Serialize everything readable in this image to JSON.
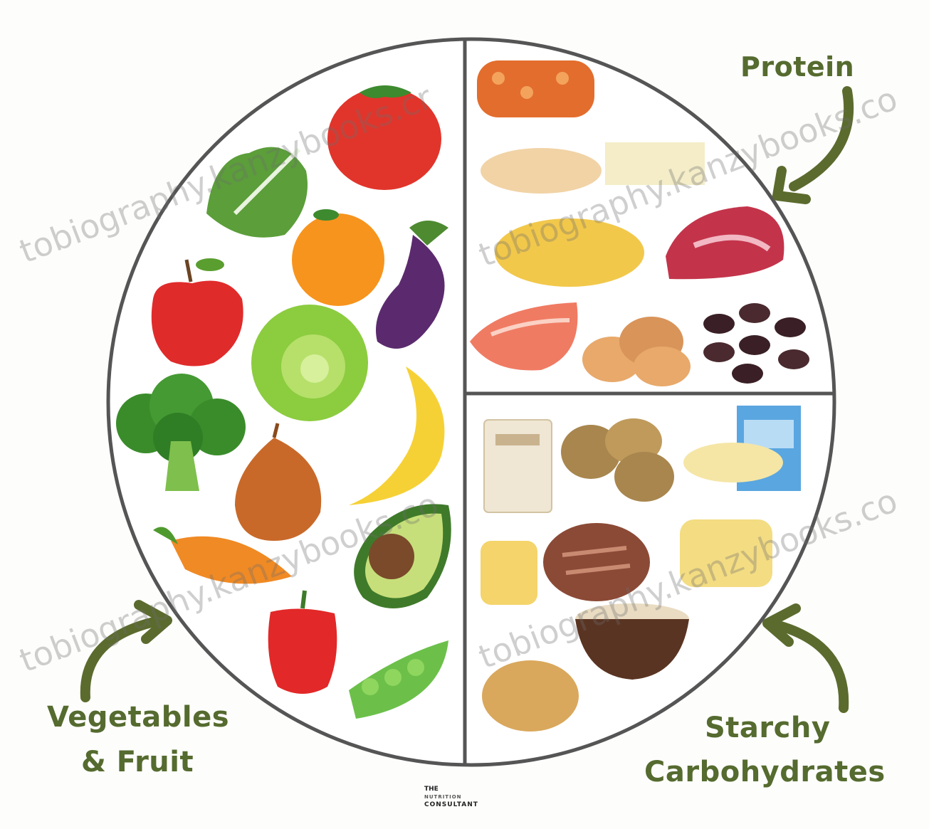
{
  "labels": {
    "protein": "Protein",
    "vegetables_line1": "Vegetables",
    "vegetables_line2": "& Fruit",
    "starchy_line1": "Starchy",
    "starchy_line2": "Carbohydrates"
  },
  "logo": {
    "line1": "THE",
    "line2": "NUTRITION",
    "line3": "CONSULTANT"
  },
  "watermarks": [
    "tobiography.kanzybooks.cr",
    "tobiography.kanzybooks.co",
    "tobiography.kanzybooks.co",
    "tobiography.kanzybooks.co"
  ],
  "colors": {
    "plate_outline": "#555555",
    "label_green": "#556b2f",
    "arrow_green": "#5b6b2e"
  }
}
